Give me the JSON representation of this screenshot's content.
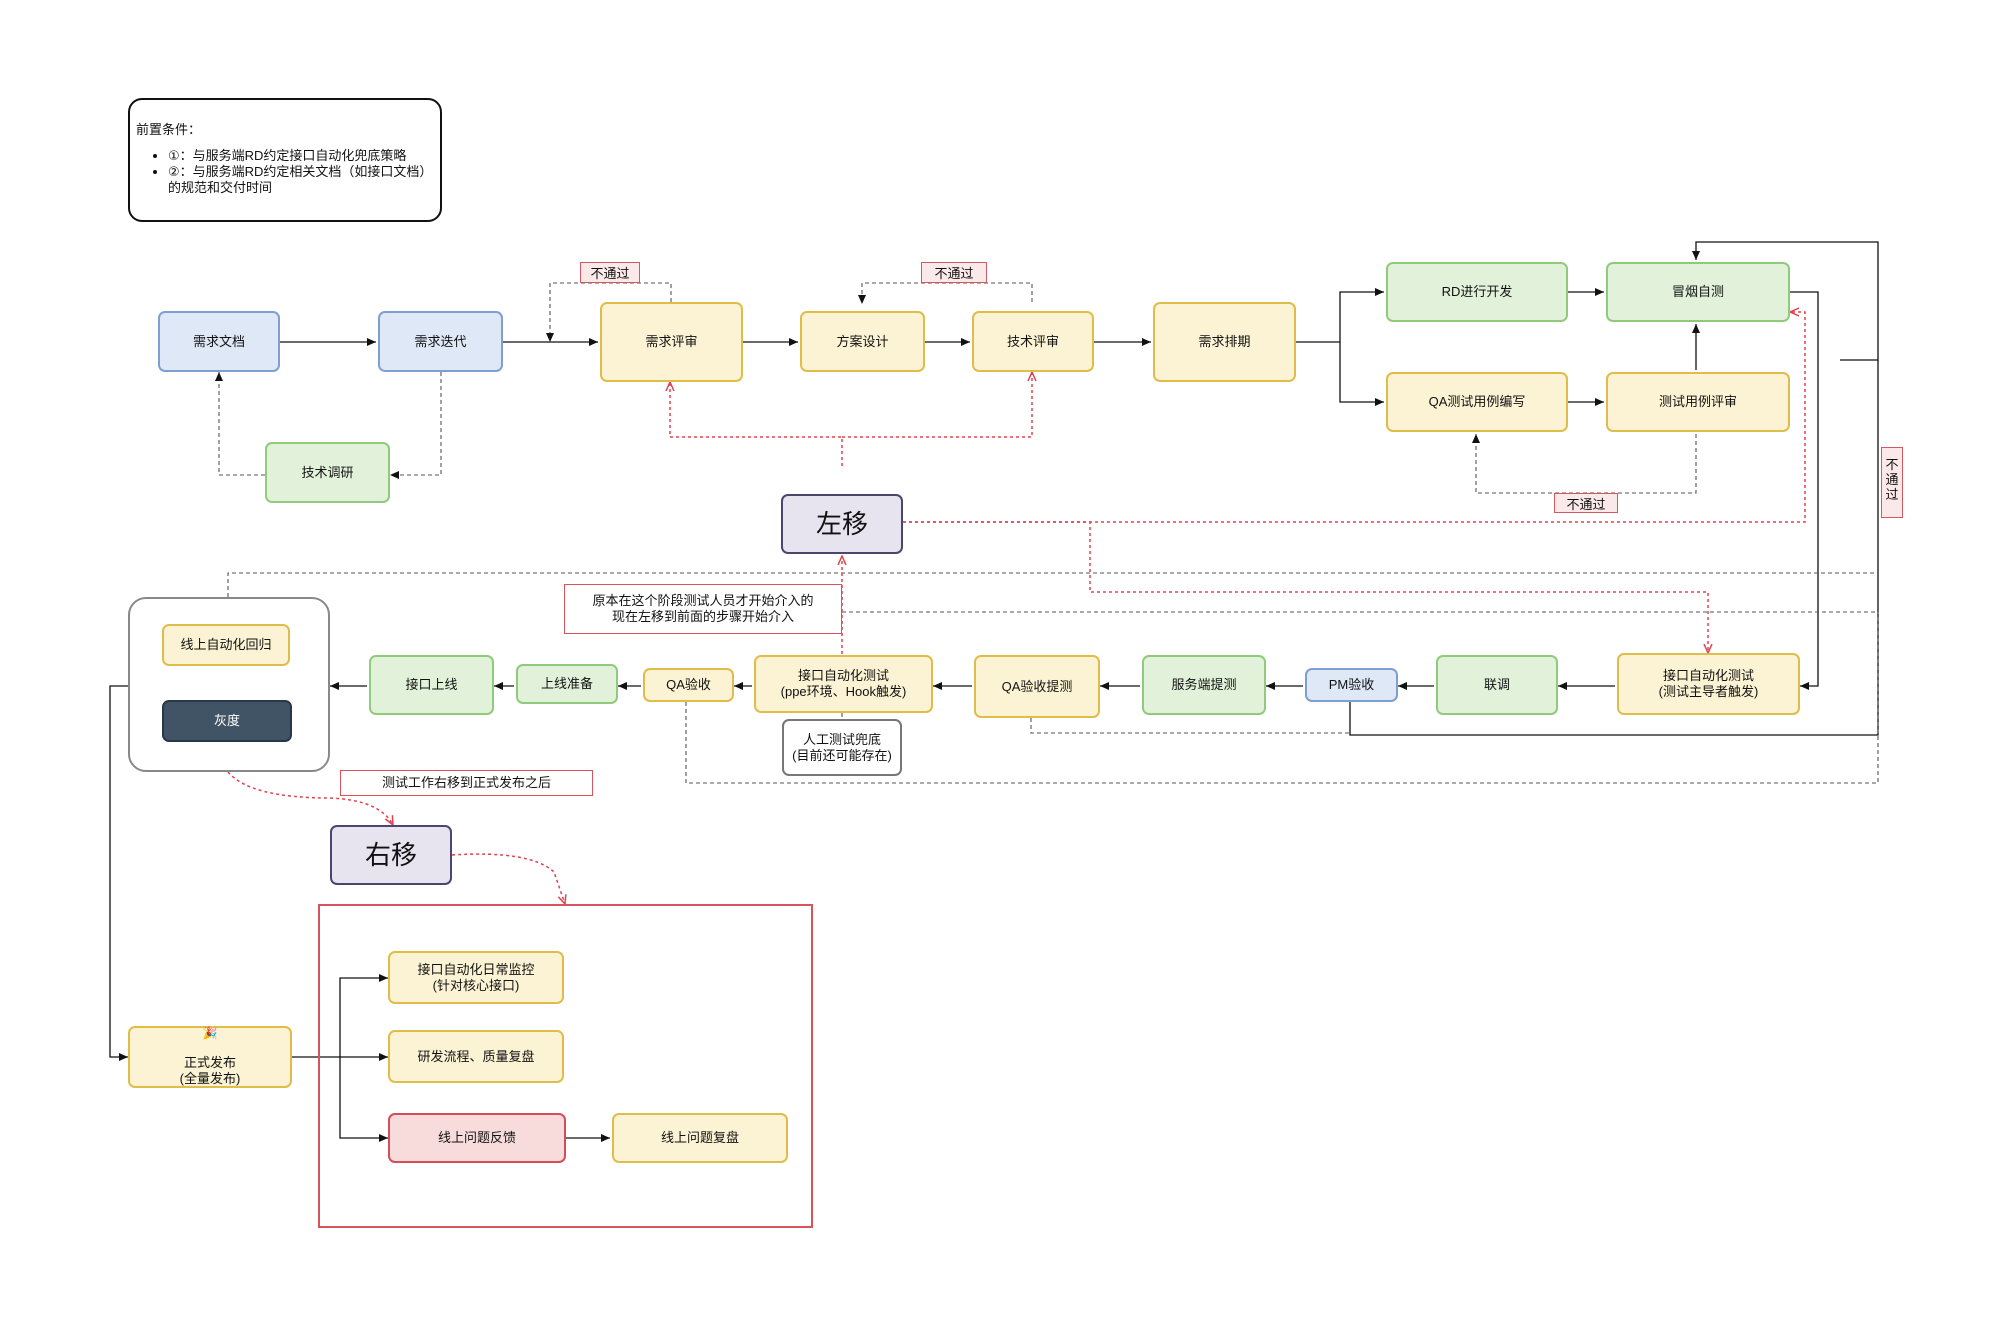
{
  "precondition": {
    "title": "前置条件：",
    "items": [
      "①：与服务端RD约定接口自动化兜底策略",
      "②：与服务端RD约定相关文档（如接口文档）的规范和交付时间"
    ]
  },
  "nodes": {
    "req_doc": "需求文档",
    "req_iter": "需求迭代",
    "tech_research": "技术调研",
    "req_review": "需求评审",
    "solution_design": "方案设计",
    "tech_review": "技术评审",
    "req_schedule": "需求排期",
    "rd_dev": "RD进行开发",
    "smoke_test": "冒烟自测",
    "qa_case_write": "QA测试用例编写",
    "case_review": "测试用例评审",
    "shift_left": "左移",
    "shift_right": "右移",
    "api_auto_test_lead": "接口自动化测试\n(测试主导者触发)",
    "joint_debug": "联调",
    "pm_accept": "PM验收",
    "server_submit": "服务端提测",
    "qa_submit": "QA验收提测",
    "api_auto_test_ppe": "接口自动化测试\n(ppe环境、Hook触发)",
    "manual_test": "人工测试兜底\n(目前还可能存在)",
    "qa_accept": "QA验收",
    "launch_prep": "上线准备",
    "api_launch": "接口上线",
    "online_regression": "线上自动化回归",
    "gray_release": "灰度",
    "formal_release": "正式发布\n(全量发布)",
    "daily_monitor": "接口自动化日常监控\n(针对核心接口)",
    "process_review": "研发流程、质量复盘",
    "online_feedback": "线上问题反馈",
    "online_review": "线上问题复盘"
  },
  "tags": {
    "fail_1": "不通过",
    "fail_2": "不通过",
    "fail_3": "不通过",
    "fail_vertical": [
      "不",
      "通",
      "过"
    ]
  },
  "notes": {
    "left_shift_note": "原本在这个阶段测试人员才开始介入的\n现在左移到前面的步骤开始介入",
    "right_shift_note": "测试工作右移到正式发布之后"
  },
  "colors": {
    "arrow": "#111111",
    "dashed": "#555555",
    "red": "#e0424f"
  }
}
